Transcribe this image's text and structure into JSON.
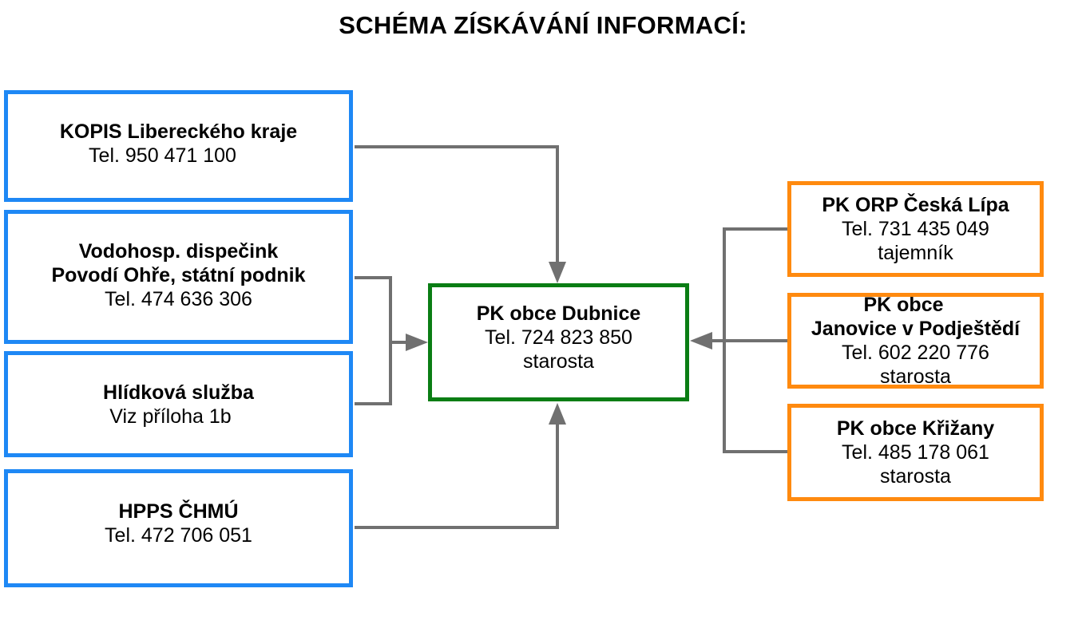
{
  "title": "SCHÉMA ZÍSKÁVÁNÍ INFORMACÍ:",
  "colors": {
    "sources": "#1e88f5",
    "center": "#0a7d14",
    "municipalities": "#ff8a0f",
    "connector": "#707070"
  },
  "sources": {
    "kopis": {
      "name": "KOPIS Libereckého kraje",
      "phone": "Tel. 950 471 100"
    },
    "vodohosp": {
      "name_line1": "Vodohosp. dispečink",
      "name_line2": "Povodí Ohře, státní podnik",
      "phone": "Tel. 474 636 306"
    },
    "hlidkova": {
      "name": "Hlídková služba",
      "note": "Viz příloha 1b"
    },
    "hpps": {
      "name": "HPPS ČHMÚ",
      "phone": "Tel. 472 706 051"
    }
  },
  "center": {
    "name": "PK obce Dubnice",
    "phone": "Tel. 724 823 850",
    "role": "starosta"
  },
  "municipalities": {
    "orp": {
      "name": "PK ORP Česká Lípa",
      "phone": "Tel. 731 435 049",
      "role": "tajemník"
    },
    "janovice": {
      "name_line1": "PK obce",
      "name_line2": "Janovice v Podještědí",
      "phone": "Tel. 602 220 776",
      "role": "starosta"
    },
    "krizany": {
      "name": "PK obce Křižany",
      "phone": "Tel. 485 178 061",
      "role": "starosta"
    }
  }
}
